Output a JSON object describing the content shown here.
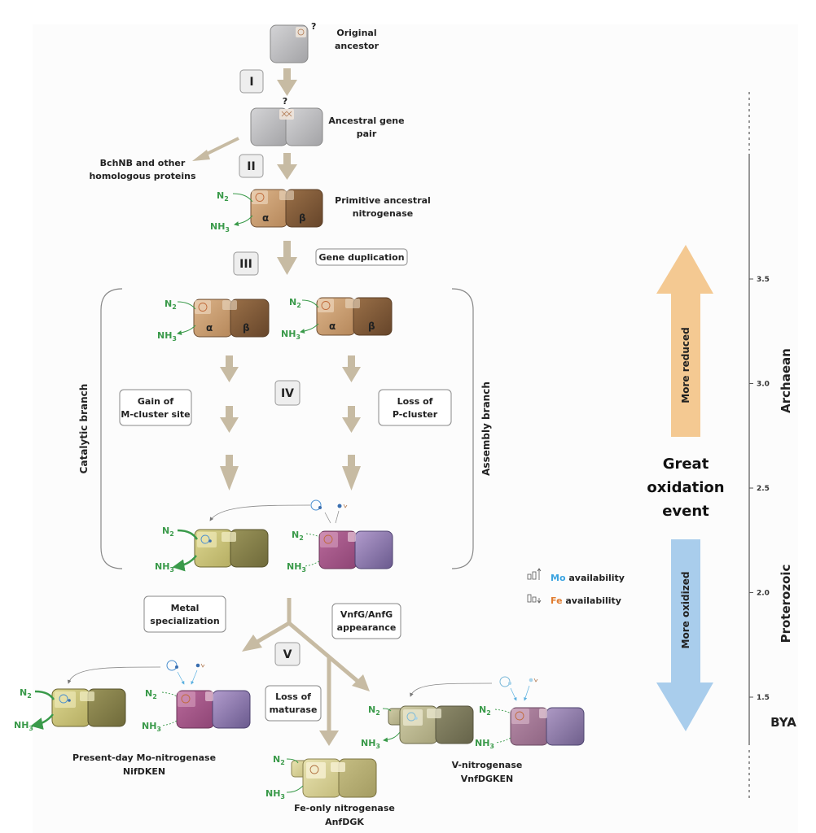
{
  "stages": {
    "original_ancestor": {
      "label_l1": "Original",
      "label_l2": "ancestor",
      "question": "?"
    },
    "ancestral_pair": {
      "label_l1": "Ancestral gene",
      "label_l2": "pair",
      "question": "?"
    },
    "bchnb": {
      "label_l1": "BchNB and other",
      "label_l2": "homologous proteins"
    },
    "primitive": {
      "label_l1": "Primitive ancestral",
      "label_l2": "nitrogenase"
    },
    "mo_nitrogenase": {
      "label_l1": "Present-day Mo-nitrogenase",
      "label_l2": "NifDKEN"
    },
    "fe_nitrogenase": {
      "label_l1": "Fe-only nitrogenase",
      "label_l2": "AnfDGK"
    },
    "v_nitrogenase": {
      "label_l1": "V-nitrogenase",
      "label_l2": "VnfDGKEN"
    }
  },
  "steps": [
    "I",
    "II",
    "III",
    "IV",
    "V"
  ],
  "annotations": {
    "gene_duplication": "Gene duplication",
    "gain_m_l1": "Gain of",
    "gain_m_l2": "M-cluster site",
    "loss_p_l1": "Loss of",
    "loss_p_l2": "P-cluster",
    "metal_l1": "Metal",
    "metal_l2": "specialization",
    "vnfg_l1": "VnfG/AnfG",
    "vnfg_l2": "appearance",
    "maturase_l1": "Loss of",
    "maturase_l2": "maturase"
  },
  "branches": {
    "catalytic": "Catalytic branch",
    "assembly": "Assembly branch"
  },
  "subunits": {
    "alpha": "α",
    "beta": "β"
  },
  "chem": {
    "n2": "N",
    "n2_sub": "2",
    "nh3": "NH",
    "nh3_sub": "3"
  },
  "legend": {
    "mo_metal": "Mo",
    "mo_text": " availability",
    "mo_color": "#3aa3e0",
    "fe_metal": "Fe",
    "fe_text": " availability",
    "fe_color": "#e07b2e"
  },
  "redox": {
    "reduced": "More reduced",
    "reduced_color": "#f4c992",
    "oxidized": "More oxidized",
    "oxidized_color": "#a9cdec",
    "goe_l1": "Great",
    "goe_l2": "oxidation",
    "goe_l3": "event"
  },
  "timeline": {
    "ticks": [
      "3.5",
      "3.0",
      "2.5",
      "2.0",
      "1.5"
    ],
    "eras": [
      "Archaean",
      "Proterozoic"
    ],
    "unit": "BYA"
  },
  "colors": {
    "arrow": "#c7bba3",
    "ancestor_gray": "#b9b9bb",
    "brown_light": "#c99a6b",
    "brown_dark": "#7a5535",
    "olive_light": "#c9c27a",
    "olive_dark": "#7f7a45",
    "purple_a": "#a5588a",
    "purple_b": "#9b86b9",
    "green_chem": "#3a9a4a"
  }
}
